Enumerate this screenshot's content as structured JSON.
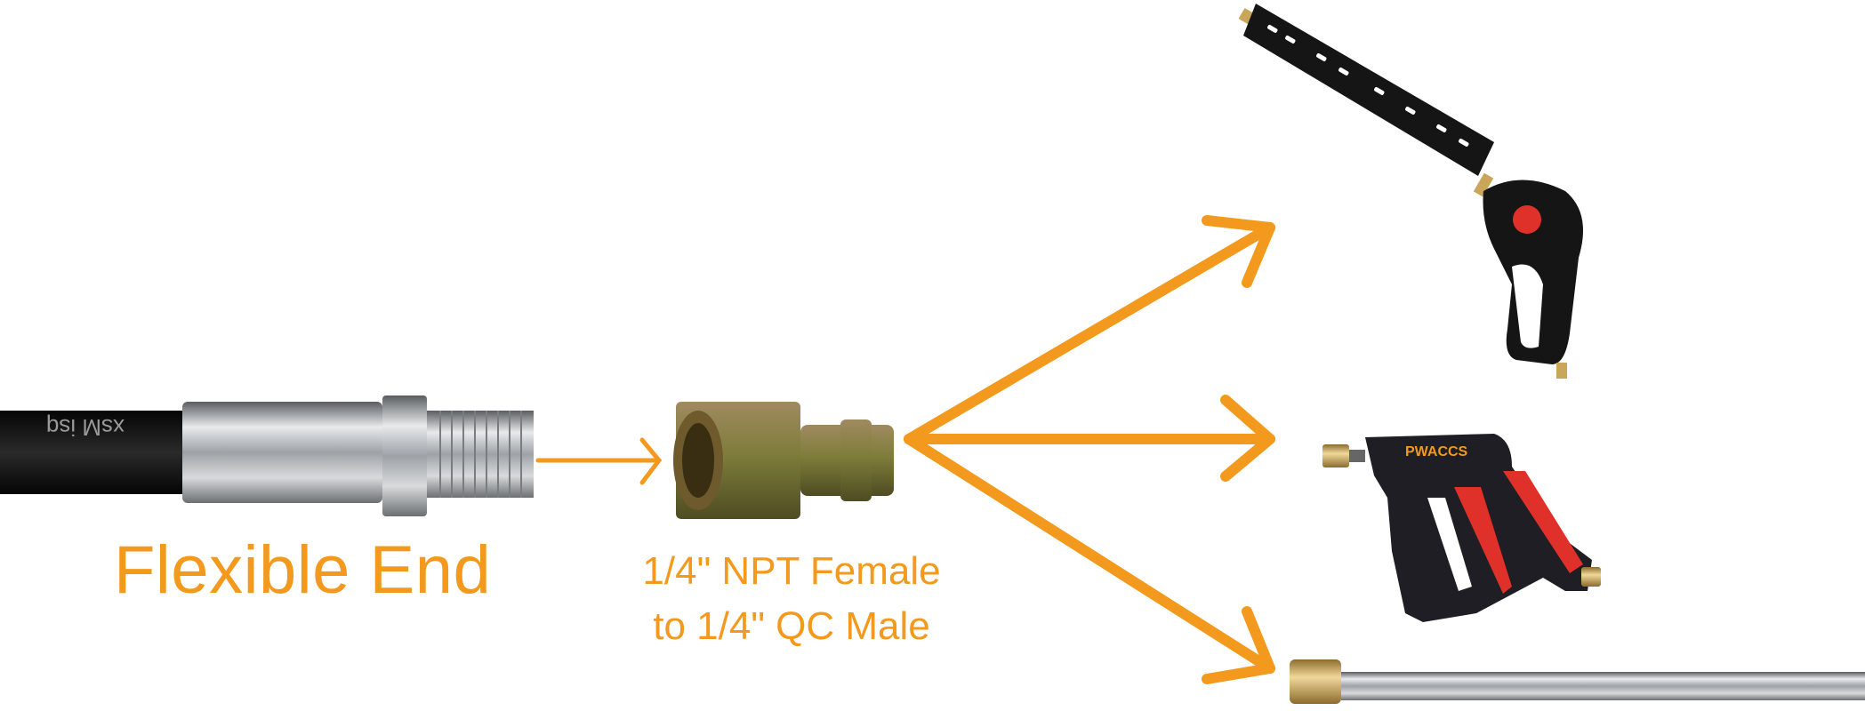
{
  "labels": {
    "flexible_end": "Flexible End",
    "adapter_line1": "1/4\" NPT Female",
    "adapter_line2": "to 1/4\" QC Male"
  },
  "hose": {
    "printed_text": "xsM isq"
  },
  "products": {
    "long_gun_with_extension": "spray-gun-with-extension-wand",
    "short_gun": "short-spray-gun",
    "short_gun_brand": "PWACCS",
    "wand": "stainless-steel-wand"
  },
  "colors": {
    "accent": "#f39a1e",
    "hose_black": "#141414",
    "steel": "#b9bcc0",
    "brass": "#c9a65a",
    "adapter_green": "#8a8a3c",
    "trigger_red": "#e0302a"
  }
}
